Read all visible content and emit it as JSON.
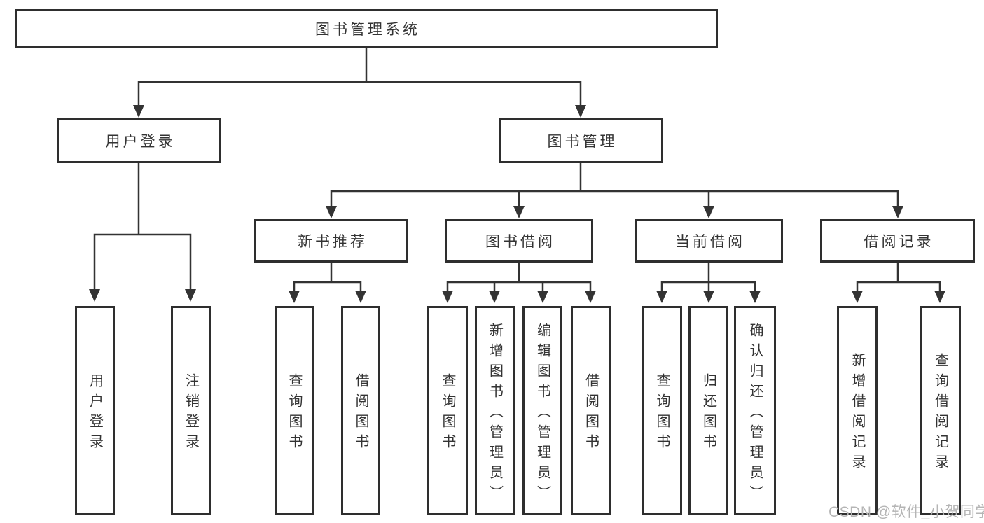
{
  "colors": {
    "background": "#ffffff",
    "box_fill": "#ffffff",
    "box_border": "#2e2e2e",
    "line": "#333333",
    "text": "#333333",
    "watermark": "#b5b5b5"
  },
  "watermark": "CSDN @软件_小贺同学",
  "tree": {
    "label": "图书管理系统",
    "children": [
      {
        "label": "用户登录",
        "children": [
          {
            "label": "用户登录"
          },
          {
            "label": "注销登录"
          }
        ]
      },
      {
        "label": "图书管理",
        "children": [
          {
            "label": "新书推荐",
            "children": [
              {
                "label": "查询图书"
              },
              {
                "label": "借阅图书"
              }
            ]
          },
          {
            "label": "图书借阅",
            "children": [
              {
                "label": "查询图书"
              },
              {
                "label": "新增图书（管理员）"
              },
              {
                "label": "编辑图书（管理员）"
              },
              {
                "label": "借阅图书"
              }
            ]
          },
          {
            "label": "当前借阅",
            "children": [
              {
                "label": "查询图书"
              },
              {
                "label": "归还图书"
              },
              {
                "label": "确认归还（管理员）"
              }
            ]
          },
          {
            "label": "借阅记录",
            "children": [
              {
                "label": "新增借阅记录"
              },
              {
                "label": "查询借阅记录"
              }
            ]
          }
        ]
      }
    ]
  }
}
